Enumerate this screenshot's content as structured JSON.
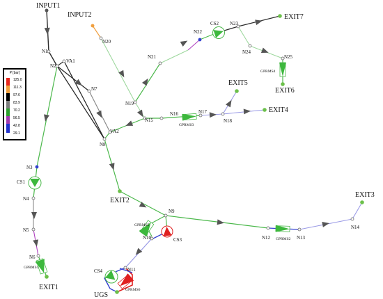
{
  "legend": {
    "title": "P [bar]",
    "rows": [
      {
        "value": "125.0",
        "color": "#e8281e"
      },
      {
        "value": "111.3",
        "color": "#f2a03c"
      },
      {
        "value": "97.6",
        "color": "#000000"
      },
      {
        "value": "83.9",
        "color": "#7d7d7d"
      },
      {
        "value": "70.2",
        "color": "#2ea12e"
      },
      {
        "value": "56.5",
        "color": "#a23ab0"
      },
      {
        "value": "42.8",
        "color": "#2233cc"
      },
      {
        "value": "29.1",
        "color": ""
      }
    ]
  },
  "labels": {
    "input1": "INPUT1",
    "input2": "INPUT2",
    "exit1": "EXIT1",
    "exit2": "EXIT2",
    "exit3": "EXIT3",
    "exit4": "EXIT4",
    "exit5": "EXIT5",
    "exit6": "EXIT6",
    "exit7": "EXIT7",
    "ugs": "UGS",
    "n1": "N1",
    "n2": "N2",
    "n3": "N3",
    "n4": "N4",
    "n5": "N5",
    "n6": "N6",
    "n7": "N7",
    "n8": "N8",
    "n9": "N9",
    "n10": "N10",
    "n11": "N11",
    "n12": "N12",
    "n13": "N13",
    "n14": "N14",
    "n15": "N15",
    "n16": "N16",
    "n17": "N17",
    "n18": "N18",
    "n19": "N19",
    "n20": "N20",
    "n21": "N21",
    "n22": "N22",
    "n23": "N23",
    "n24": "N24",
    "n25": "N25",
    "va1": "VA1",
    "va2": "VA2",
    "cs1": "CS1",
    "cs2": "CS2",
    "cs3": "CS3",
    "cs4": "CS4",
    "gprms1": "GPRMS1",
    "gprms2": "GPRMS2",
    "gprms3": "GPRMS3",
    "gprms4": "GPRMS4",
    "gprms5": "GPRMS5",
    "gprms6": "GPRMS6"
  },
  "colors": {
    "black": "#2b2b2b",
    "gray": "#8a8a8a",
    "green": "#4bb84b",
    "lightgreen": "#9ed89e",
    "blue": "#3340d0",
    "lavender": "#9a9ae6",
    "purple": "#b040c0",
    "red": "#e02020",
    "orange": "#f0a040",
    "node_green": "#6cc04a",
    "arrow": "#555555"
  }
}
